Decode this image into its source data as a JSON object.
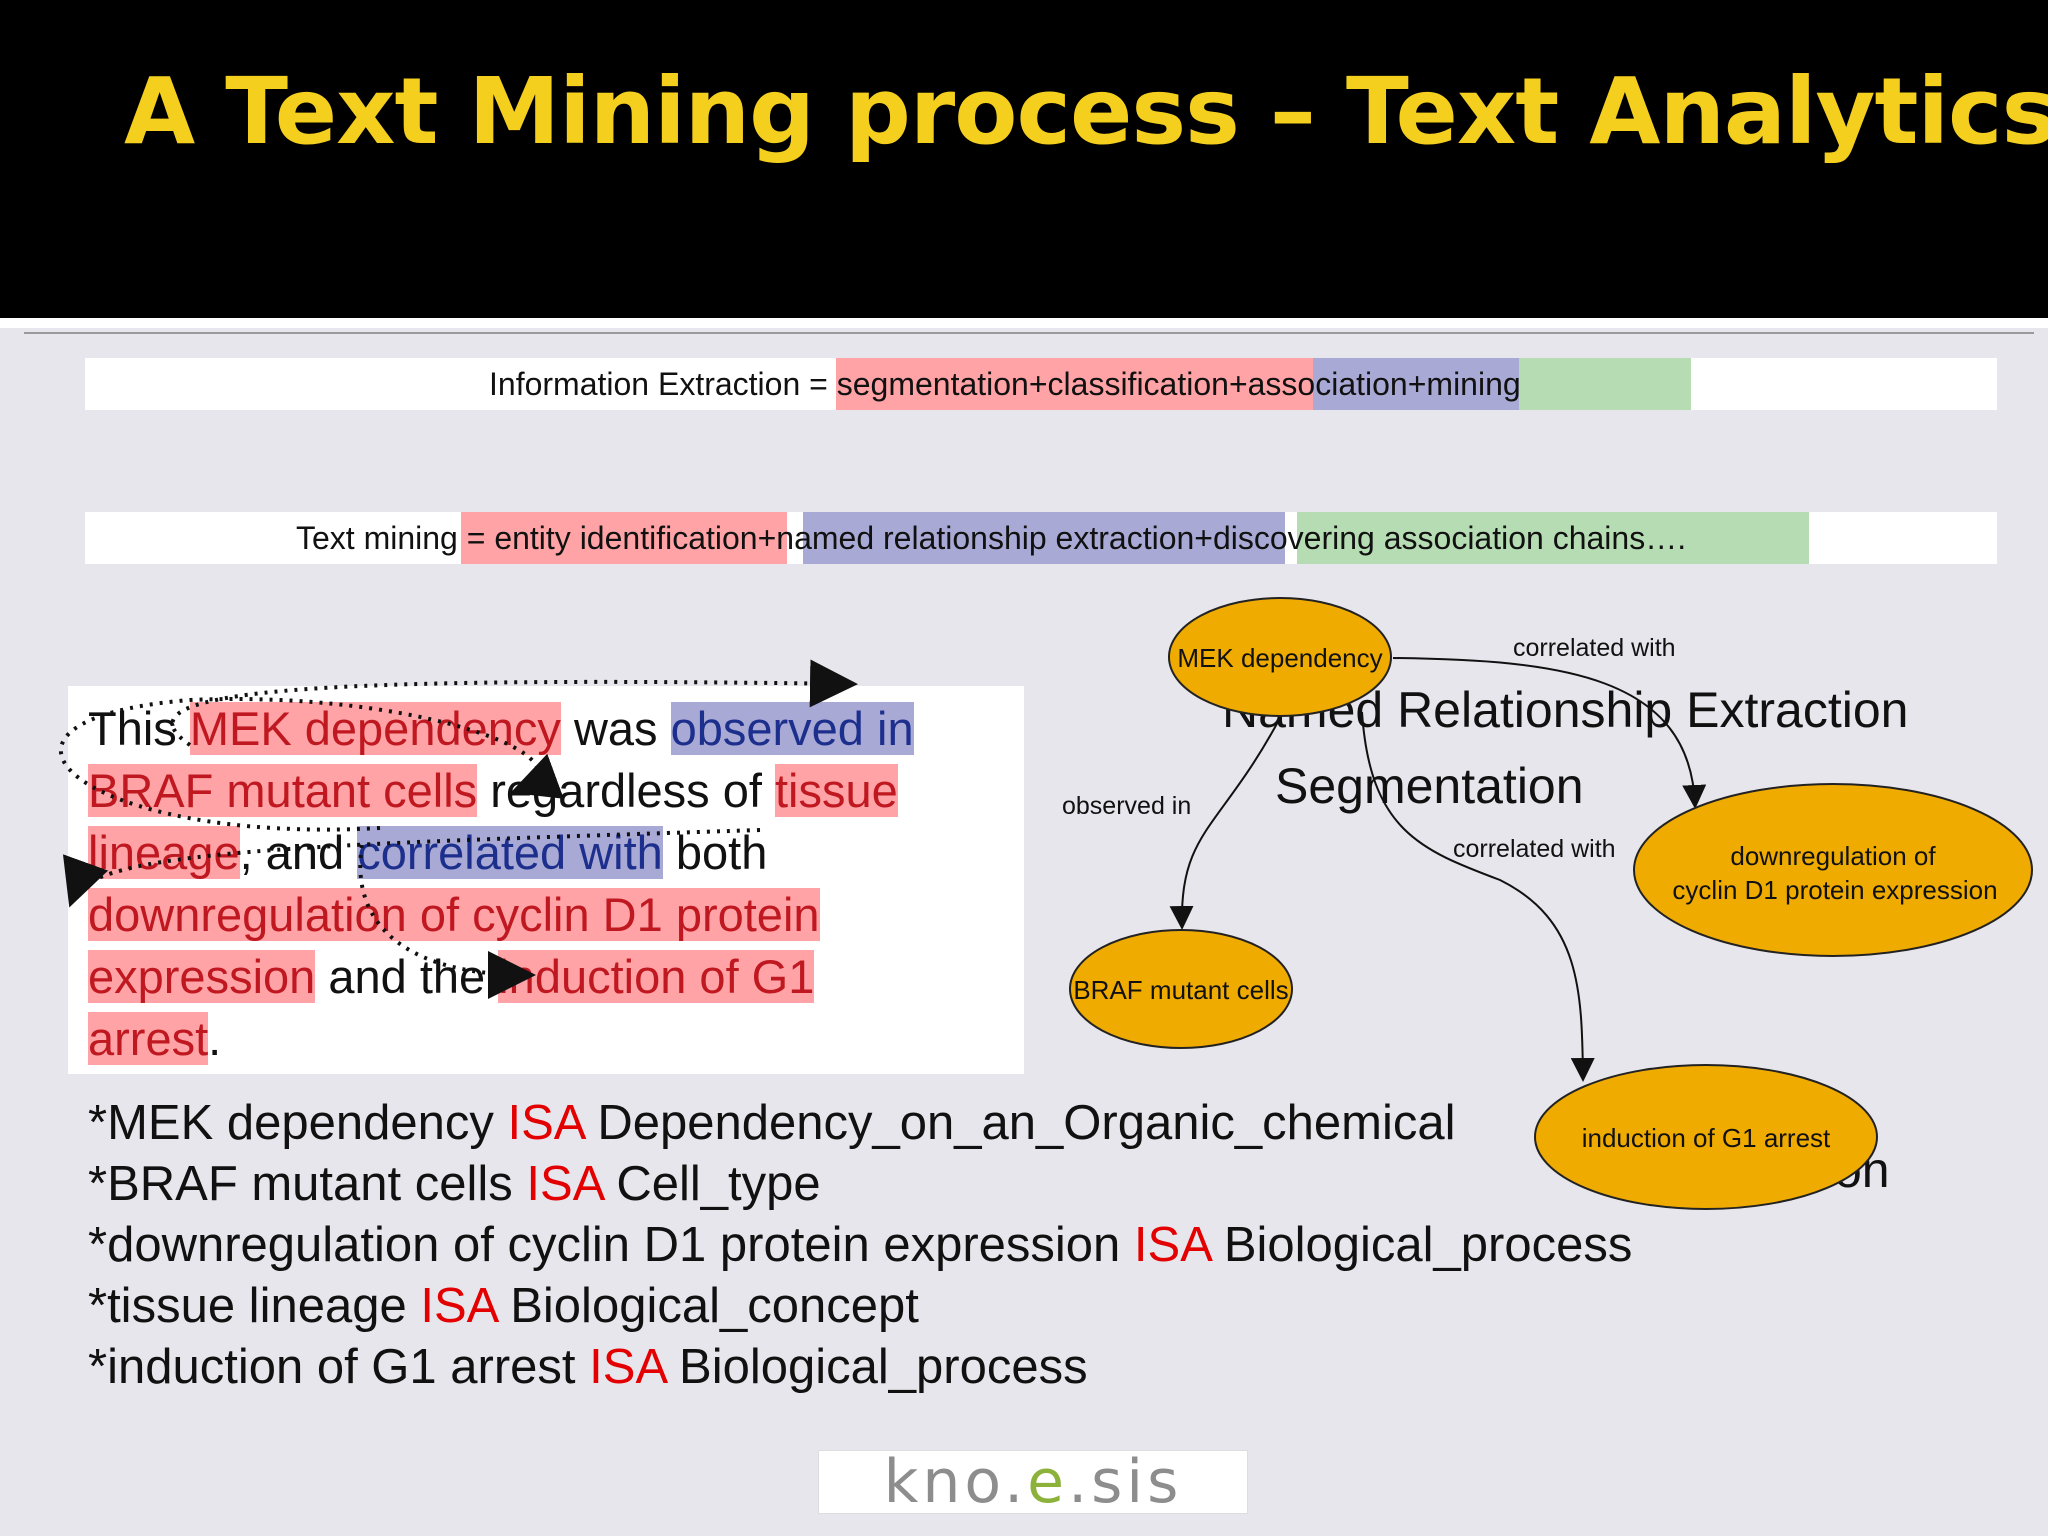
{
  "slide": {
    "title": "A Text Mining process – Text Analytics"
  },
  "information_extraction": {
    "prefix": "Information Extraction = ",
    "segmentation": "segmentation+",
    "classification": "classification+a",
    "association": "ssociation+m",
    "mining": "ining"
  },
  "text_mining": {
    "prefix": "Text minin",
    "entity": "g = entity identification",
    "named": "+named relationship extraction+",
    "discovering": "discovering association chains…."
  },
  "paragraph": {
    "l1_a": "This ",
    "l1_b": "MEK dependency",
    "l1_c": " was ",
    "l1_d": "observed in",
    "l2_a": "BRAF mutant cells",
    "l2_b": " regardless of ",
    "l2_c": "tissue",
    "l3_a": "lineage",
    "l3_b": ", and ",
    "l3_c": "correlated with",
    "l3_d": " both",
    "l4_a": "downregulation of cyclin D1 protein",
    "l5_a": "expression",
    "l5_b": " and the ",
    "l5_c": "induction of G1",
    "l6_a": "arrest",
    "l6_b": "."
  },
  "isa_lines": [
    {
      "subject": "*MEK dependency ",
      "rel": "ISA",
      "object": " Dependency_on_an_Organic_chemical"
    },
    {
      "subject": "*BRAF mutant cells ",
      "rel": "ISA",
      "object": " Cell_type"
    },
    {
      "subject": "*downregulation of cyclin D1 protein expression ",
      "rel": "ISA",
      "object": " Biological_process"
    },
    {
      "subject": "*tissue lineage ",
      "rel": "ISA",
      "object": " Biological_concept"
    },
    {
      "subject": "*induction of G1 arrest ",
      "rel": "ISA",
      "object": " Biological_process"
    }
  ],
  "graph": {
    "nodes": {
      "mek": "MEK dependency",
      "braf": "BRAF mutant cells",
      "downreg_1": "downregulation of",
      "downreg_2": "cyclin D1 protein expression",
      "induction": "induction of G1 arrest"
    },
    "edges": {
      "correlated_top": "correlated with",
      "observed_in": "observed in",
      "correlated_mid": "correlated with"
    },
    "labels": {
      "named_relationship": "Named Relationship Extraction",
      "segmentation": "Segmentation",
      "hidden_tail": "on"
    },
    "colors": {
      "node_fill": "#f0ab00",
      "entity_red": "#ffa3a6",
      "relation_blue": "#a9a9d6",
      "chain_green": "#b6dcb3"
    }
  },
  "logo": {
    "part1": "kno.",
    "part2": "e",
    "part3": ".sis"
  }
}
